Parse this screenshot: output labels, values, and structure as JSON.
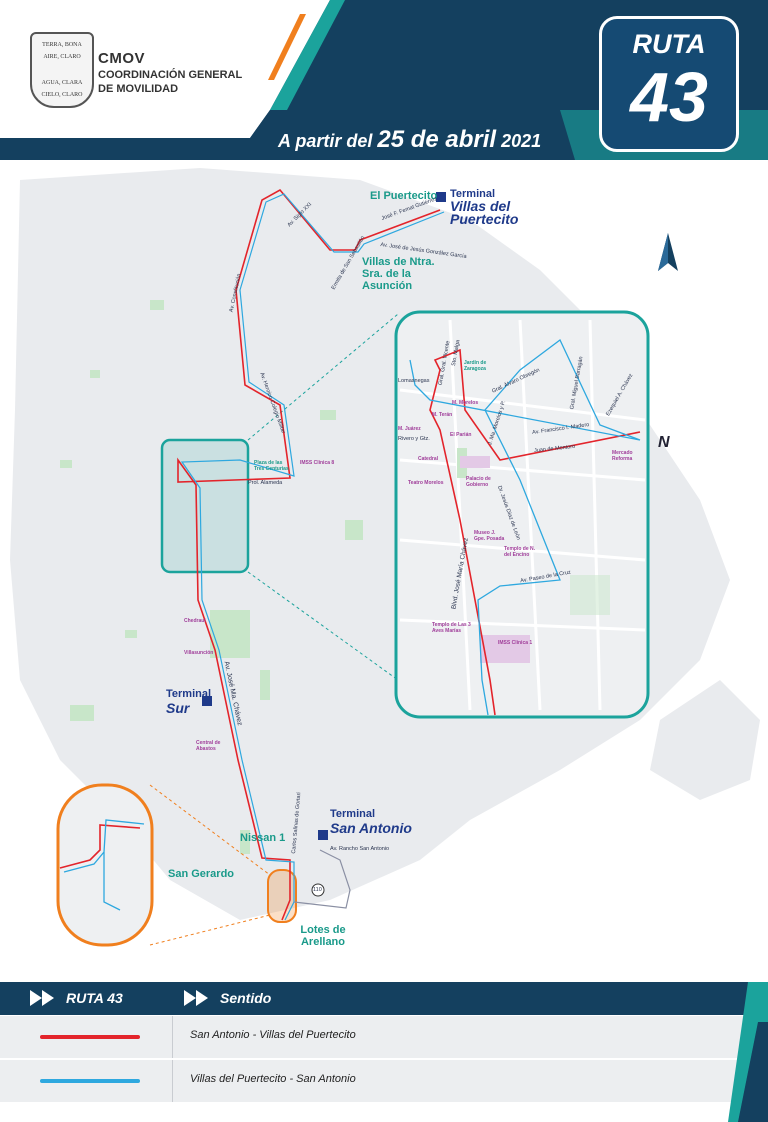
{
  "header": {
    "seal_text": [
      "TERRA, BONA",
      "AIRE, CLARO",
      "AGUA, CLARA",
      "CIELO, CLARO"
    ],
    "org_name": "CMOV",
    "org_subtitle": "COORDINACIÓN GENERAL\nDE MOVILIDAD",
    "date_prefix": "A partir del",
    "date_main": "25 de abril",
    "date_year": "2021",
    "route_word": "RUTA",
    "route_number": "43"
  },
  "colors": {
    "navy": "#14405f",
    "teal": "#1ba39c",
    "orange": "#f07f1e",
    "route_red": "#e3242b",
    "route_blue": "#2ea8df",
    "terminal": "#1f3a8a",
    "poi": "#a03e9a"
  },
  "map": {
    "north_label": "N",
    "north_icon": "compass-arrow-icon",
    "terminals": [
      {
        "small": "Terminal",
        "big": "Villas del Puertecito",
        "icon": "bus-terminal-icon"
      },
      {
        "small": "Terminal",
        "big": "Sur",
        "icon": "bus-terminal-icon"
      },
      {
        "small": "Terminal",
        "big": "San Antonio",
        "icon": "bus-terminal-icon"
      }
    ],
    "areas": {
      "el_puertecito": "El Puertecito",
      "villas_asuncion": "Villas de Ntra. Sra. de la Asunción",
      "san_gerardo": "San Gerardo",
      "nissan": "Nissan 1",
      "lotes_arellano": "Lotes de Arellano"
    },
    "streets": {
      "siglo_xxi": "Av. Siglo XXI",
      "constitucion": "Av. Constitución",
      "jose_f_gutierrez": "José F. Femat Gutiérrez",
      "jose_jesus_gonzalez": "Av. José de Jesús González García",
      "ermita": "Ermita de San Sebastián",
      "colegio_militar": "Av. Heroico Colegio Militar",
      "prol_alameda": "Prol. Alameda",
      "jose_ma_chavez": "Av. José Ma. Chávez",
      "carlos_salinas": "Carlos Salinas de Gortari",
      "rancho_san_antonio": "Av. Rancho San Antonio",
      "road_110": "110"
    },
    "pois": {
      "plaza_tres_centurias": "Plaza de las Tres Centurias",
      "imss_1": "IMSS Clínica 8",
      "chedraui": "Chedraui",
      "villasunción": "Villasunción",
      "central_abastos": "Central de Abastos"
    },
    "inset": {
      "streets": {
        "lomasnegas": "Lomasnegas",
        "gral_vicente": "Gral. Gral. Vicente",
        "sto_malga": "Sto. Malga",
        "jardin_zaragoza": "Jardín de Zaragoza",
        "gral_alvaro_obregon": "Gral. Álvaro Obregón",
        "gral_miguel_barragan": "Gral. Miguel Barragán",
        "ezequiel_chavez": "Ezequiel A. Chávez",
        "m_morelos": "M. Morelos",
        "m_teran": "M. Terán",
        "m_juarez": "M. Juárez",
        "rivero_gtz": "Rivero y Gtz.",
        "j_ma_morelos": "J. Ma. Morelos y P.",
        "av_madero": "Av. Francisco I. Madero",
        "juan_montoro": "Juan de Montoro",
        "dr_jesus_diaz": "Dr. Jesús Díaz de León",
        "blvd_jose_chavez": "Blvd. José María Chávez",
        "av_paseo_cruz": "Av. Paseo de la Cruz"
      },
      "pois": {
        "el_parian": "El Parián",
        "catedral": "Catedral",
        "teatro_morelos": "Teatro Morelos",
        "palacio_gobierno": "Palacio de Gobierno",
        "mercado_reforma": "Mercado Reforma",
        "museo_posada": "Museo J. Gpe. Posada",
        "templo_encino": "Templo de N. del Encino",
        "templo_tres_aves": "Templo de Las 3 Aves Marías",
        "imss_clinica": "IMSS Clínica 1"
      }
    }
  },
  "legend": {
    "col1_title": "RUTA 43",
    "col2_title": "Sentido",
    "rows": [
      {
        "label": "San Antonio - Villas del Puertecito",
        "color": "#e3242b"
      },
      {
        "label": "Villas del Puertecito - San Antonio",
        "color": "#2ea8df"
      }
    ]
  }
}
